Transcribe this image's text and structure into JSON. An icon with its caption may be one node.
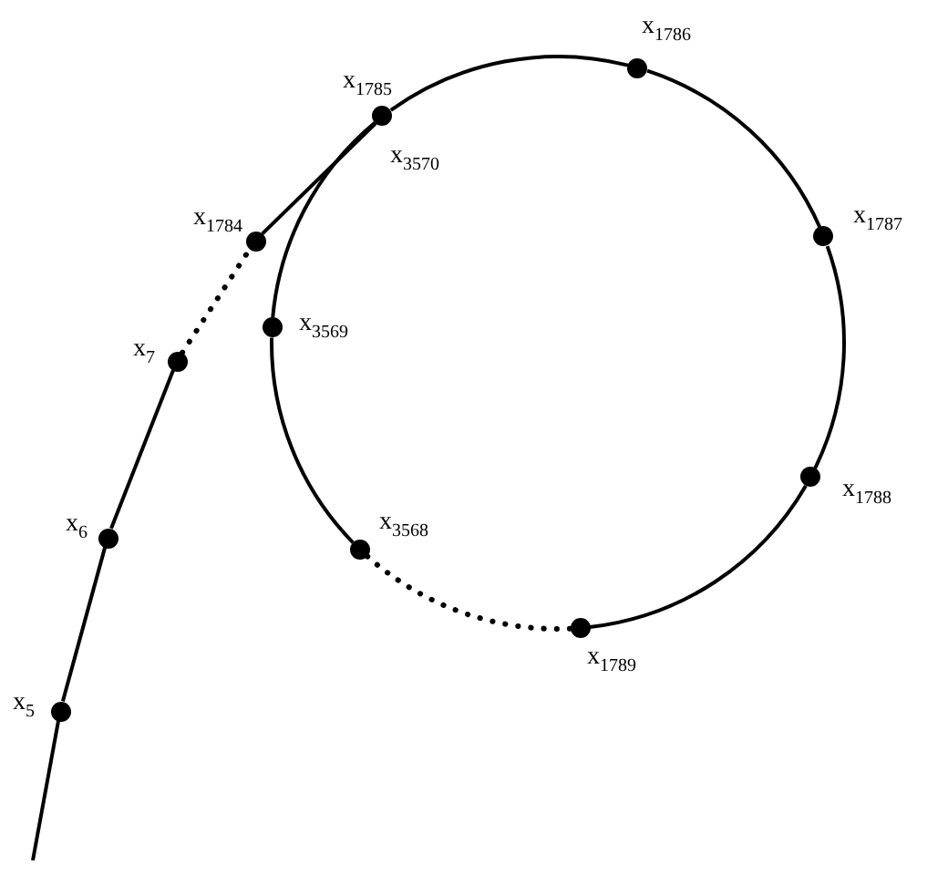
{
  "diagram": {
    "nodes": [
      {
        "text": [],
        "shape": "circle",
        "beside": [
          "x$_{5}$"
        ]
      },
      {
        "text": [],
        "shape": "circle",
        "beside": [
          "x$_{6}$"
        ]
      },
      {
        "text": [],
        "shape": "circle",
        "beside": [
          "x$_{7}$"
        ]
      },
      {
        "text": [],
        "shape": "circle",
        "beside": [
          "x$_{1784}$"
        ]
      },
      {
        "text": [],
        "shape": "circle",
        "beside": [
          "x$_{1785}$",
          "x$_{3570}$"
        ]
      },
      {
        "text": [],
        "shape": "circle",
        "beside": [
          "x$_{1786}$"
        ]
      },
      {
        "text": [],
        "shape": "circle",
        "beside": [
          "x$_{1787}$"
        ]
      },
      {
        "text": [],
        "shape": "circle",
        "beside": [
          "x$_{1788}$"
        ]
      },
      {
        "text": [],
        "shape": "circle",
        "beside": [
          "x$_{1789}$"
        ]
      },
      {
        "text": [],
        "shape": "circle",
        "beside": [
          "x$_{3568}$"
        ]
      },
      {
        "text": [],
        "shape": "circle",
        "beside": [
          "x$_{3569}$"
        ]
      }
    ],
    "edges": [
      {
        "from": null,
        "to": 0,
        "arrow": "none"
      },
      {
        "from": 0,
        "to": 1,
        "arrow": "none"
      },
      {
        "from": 1,
        "to": 2,
        "arrow": "none"
      },
      {
        "from": 2,
        "to": 3,
        "arrow": "none",
        "style": "dashed"
      },
      {
        "from": 3,
        "to": 4,
        "arrow": "none"
      },
      {
        "from": 4,
        "to": 5,
        "arrow": "none"
      },
      {
        "from": 5,
        "to": 6,
        "arrow": "none"
      },
      {
        "from": 6,
        "to": 7,
        "arrow": "none"
      },
      {
        "from": 7,
        "to": 8,
        "arrow": "none"
      },
      {
        "from": 8,
        "to": 9,
        "arrow": "none",
        "style": "dashed"
      },
      {
        "from": 9,
        "to": 10,
        "arrow": "none"
      },
      {
        "from": 10,
        "to": 4,
        "arrow": "none"
      }
    ]
  }
}
